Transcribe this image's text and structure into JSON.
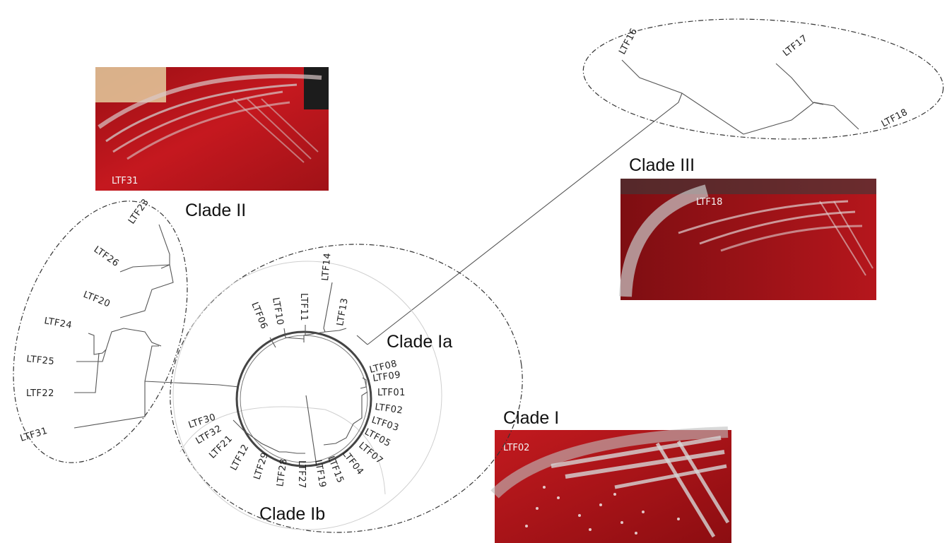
{
  "clades": {
    "clade_1": "Clade I",
    "clade_1a": "Clade Ia",
    "clade_1b": "Clade Ib",
    "clade_2": "Clade II",
    "clade_3": "Clade III"
  },
  "photos": {
    "ltf31": "LTF31",
    "ltf18": "LTF18",
    "ltf02": "LTF02"
  },
  "leaves": {
    "ltf16": "LTF16",
    "ltf17": "LTF17",
    "ltf18": "LTF18",
    "ltf23": "LTF23",
    "ltf26": "LTF26",
    "ltf20": "LTF20",
    "ltf24": "LTF24",
    "ltf25": "LTF25",
    "ltf22": "LTF22",
    "ltf31": "LTF31",
    "ltf14": "LTF14",
    "ltf13": "LTF13",
    "ltf11": "LTF11",
    "ltf10": "LTF10",
    "ltf06": "LTF06",
    "ltf08": "LTF08",
    "ltf09": "LTF09",
    "ltf01": "LTF01",
    "ltf02": "LTF02",
    "ltf03": "LTF03",
    "ltf05": "LTF05",
    "ltf07": "LTF07",
    "ltf04": "LTF04",
    "ltf15": "LTF15",
    "ltf19": "LTF19",
    "ltf27": "LTF27",
    "ltf28": "LTF28",
    "ltf29": "LTF29",
    "ltf12": "LTF12",
    "ltf21": "LTF21",
    "ltf32": "LTF32",
    "ltf30": "LTF30"
  }
}
